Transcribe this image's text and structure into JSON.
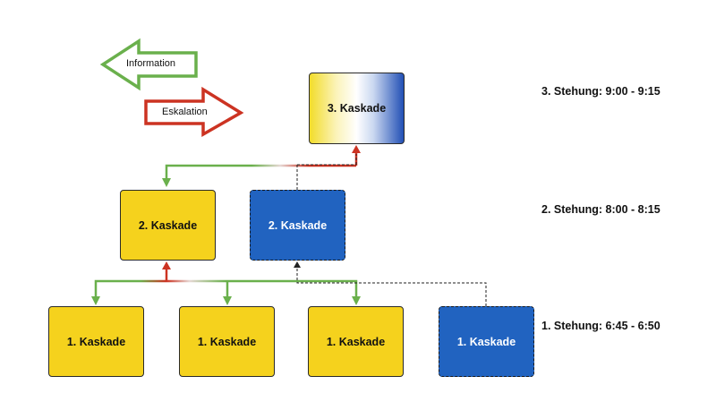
{
  "legend": {
    "information_label": "Information",
    "escalation_label": "Eskalation"
  },
  "levels": {
    "level3": {
      "time": "3. Stehung: 9:00 - 9:15",
      "box_label": "3. Kaskade"
    },
    "level2": {
      "time": "2. Stehung: 8:00 - 8:15",
      "box_yellow_label": "2. Kaskade",
      "box_blue_label": "2. Kaskade"
    },
    "level1": {
      "time": "1. Stehung: 6:45 - 6:50",
      "boxes": [
        "1. Kaskade",
        "1. Kaskade",
        "1. Kaskade",
        "1. Kaskade"
      ]
    }
  },
  "colors": {
    "information": "#6ab04c",
    "escalation": "#cc3322",
    "yellow": "#f5d21d",
    "blue": "#2163c0"
  }
}
